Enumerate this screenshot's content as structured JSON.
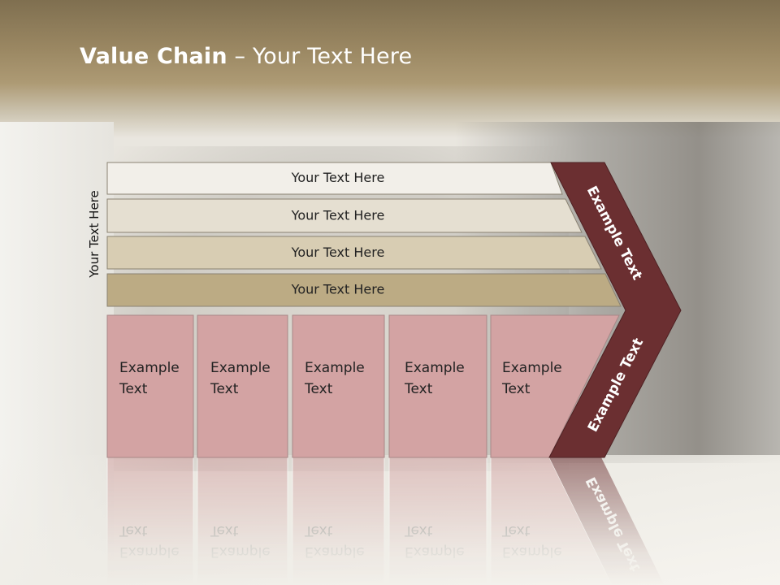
{
  "slide": {
    "title_bold": "Value Chain",
    "title_rest": " – Your Text Here",
    "side_label": "Your Text Here"
  },
  "colors": {
    "bar_1": "#f2efe9",
    "bar_2": "#e5dfd1",
    "bar_3": "#d8cdb3",
    "bar_4": "#bcab84",
    "box": "#d3a3a3",
    "arrow": "#6b2f31"
  },
  "bars": [
    {
      "label": "Your Text Here"
    },
    {
      "label": "Your Text Here"
    },
    {
      "label": "Your Text Here"
    },
    {
      "label": "Your Text Here"
    }
  ],
  "boxes": [
    {
      "line1": "Example",
      "line2": "Text"
    },
    {
      "line1": "Example",
      "line2": "Text"
    },
    {
      "line1": "Example",
      "line2": "Text"
    },
    {
      "line1": "Example",
      "line2": "Text"
    },
    {
      "line1": "Example",
      "line2": "Text"
    }
  ],
  "arrow": {
    "upper_label": "Example Text",
    "lower_label": "Example Text"
  },
  "reflection": {
    "box_label_top": "Text",
    "box_label_bottom": "Example",
    "arrow_label": "Example Text"
  }
}
